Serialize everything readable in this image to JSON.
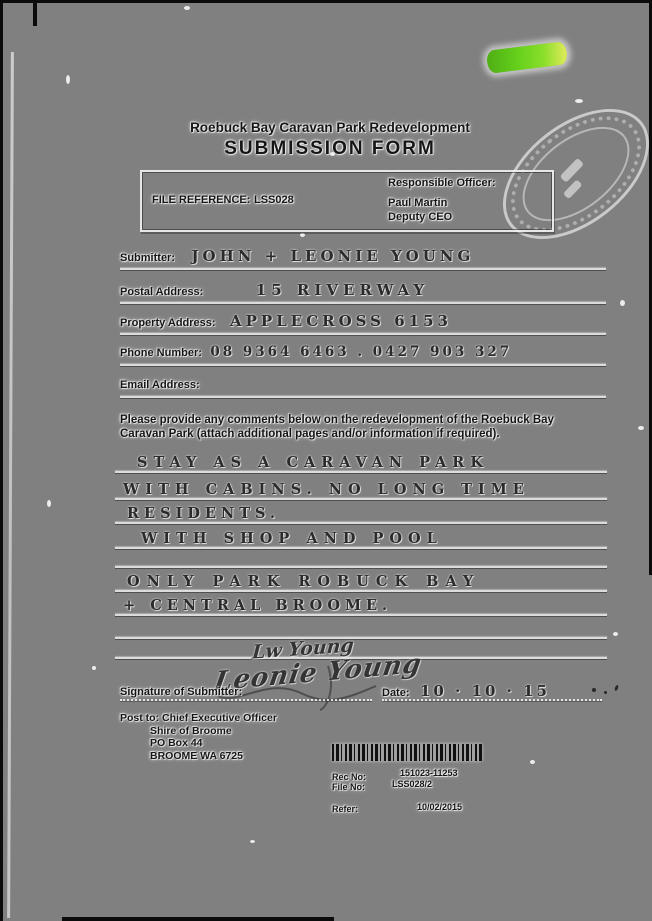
{
  "form": {
    "title_line1": "Roebuck Bay Caravan Park Redevelopment",
    "title_line2": "SUBMISSION FORM"
  },
  "reference_box": {
    "file_reference_label": "FILE REFERENCE:",
    "file_reference_value": "LSS028",
    "responsible_officer_label": "Responsible Officer:",
    "officer_name": "Paul Martin",
    "officer_title": "Deputy CEO"
  },
  "fields": [
    {
      "label": "Submitter:",
      "value": "JOHN + LEONIE YOUNG"
    },
    {
      "label": "Postal Address:",
      "value": "15 RIVERWAY"
    },
    {
      "label": "Property Address:",
      "value": "APPLECROSS 6153"
    },
    {
      "label": "Phone Number:",
      "value": "08 9364 6463 . 0427 903 327"
    },
    {
      "label": "Email Address:",
      "value": ""
    }
  ],
  "comments": {
    "instruction": "Please provide any comments below on the redevelopment of the Roebuck Bay Caravan Park (attach additional pages and/or information if required).",
    "lines": [
      "STAY AS A CARAVAN PARK",
      "WITH CABINS. NO LONG TIME",
      "RESIDENTS.",
      "WITH SHOP AND POOL",
      "",
      "ONLY PARK ROBUCK BAY",
      "+ CENTRAL BROOME.",
      "",
      ""
    ]
  },
  "signature": {
    "label": "Signature of Submitter:",
    "handwriting_top": "Lw Young",
    "handwriting_main": "Leonie Young",
    "date_label": "Date:",
    "date_value": "10 · 10 · 15"
  },
  "footer": {
    "line1": "Post to: Chief Executive Officer",
    "line2": "Shire of Broome",
    "line3": "PO Box 44",
    "line4": "BROOME WA 6725"
  },
  "records_stamp": {
    "line1_label": "Rec No:",
    "line1_value": "151023-11253",
    "line2_label": "File No:",
    "line2_value": "LSS028/2",
    "line3_label": "Refer:",
    "line3_value": "10/02/2015"
  },
  "colors": {
    "background": "#808080",
    "highlighter_green": "#66d11c",
    "ink": "#1d1d1d"
  }
}
